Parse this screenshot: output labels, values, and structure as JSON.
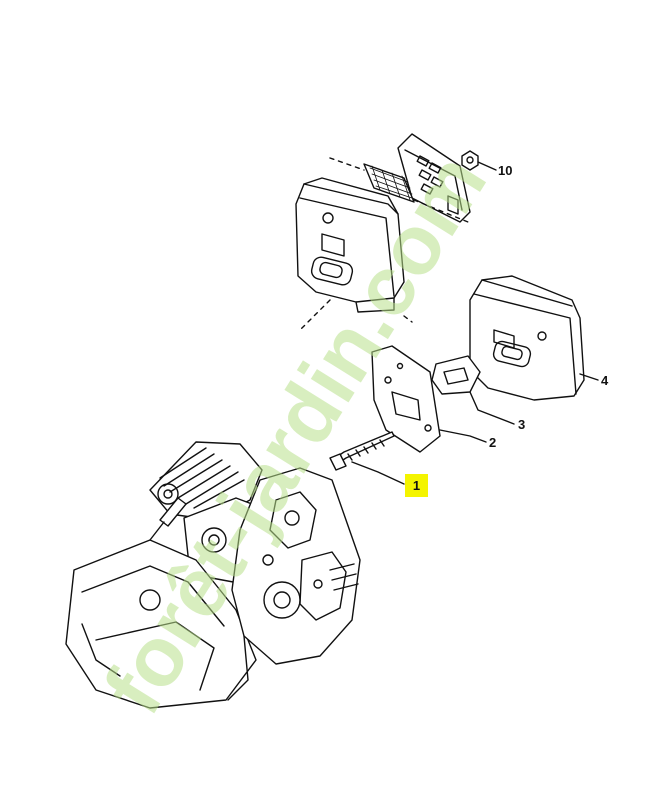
{
  "diagram": {
    "callouts": [
      {
        "id": "1",
        "text": "1",
        "highlight": true
      },
      {
        "id": "2",
        "text": "2",
        "highlight": false
      },
      {
        "id": "3",
        "text": "3",
        "highlight": false
      },
      {
        "id": "4",
        "text": "4",
        "highlight": false
      },
      {
        "id": "10",
        "text": "10",
        "highlight": false
      }
    ],
    "highlight_color": "#f4f400"
  },
  "watermark": {
    "text": "forêt-jardin.com",
    "color_orange": "#f5b14a",
    "color_green": "#b8e08a",
    "color_grey": "#c8c2b4"
  }
}
